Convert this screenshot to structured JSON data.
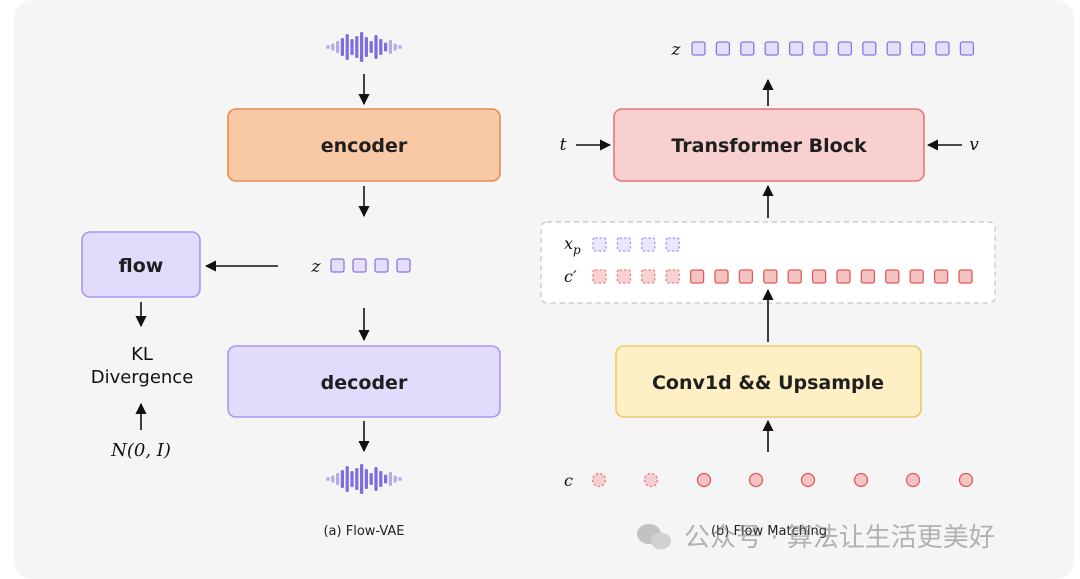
{
  "vae": {
    "encoder_label": "encoder",
    "decoder_label": "decoder",
    "flow_label": "flow",
    "kl_line1": "KL",
    "kl_line2": "Divergence",
    "prior_label": "N(0, I)",
    "latent_label": "z",
    "caption": "(a) Flow-VAE"
  },
  "fm": {
    "transformer_label": "Transformer Block",
    "conv_label": "Conv1d && Upsample",
    "z_label": "z",
    "t_label": "t",
    "v_label": "v",
    "xp_label": "x",
    "xp_sub": "p",
    "cprime_label": "c′",
    "c_label": "c",
    "caption": "(b) Flow Matching"
  },
  "watermark": {
    "text": "公众号 · 算法让生活更美好"
  },
  "colors": {
    "encoder_fill": "#f9c9a6",
    "encoder_stroke": "#e88a4e",
    "decoder_fill": "#e2dbfb",
    "decoder_stroke": "#a996ee",
    "transformer_fill": "#f8d0d0",
    "transformer_stroke": "#e37a7a",
    "conv_fill": "#fdf0c4",
    "conv_stroke": "#ecca6c",
    "latent_fill": "#e4defb",
    "latent_stroke": "#8a78e0",
    "cond_fill": "#f6c3c3",
    "cond_stroke": "#e05b5b",
    "wave": "#7f6ce0"
  }
}
